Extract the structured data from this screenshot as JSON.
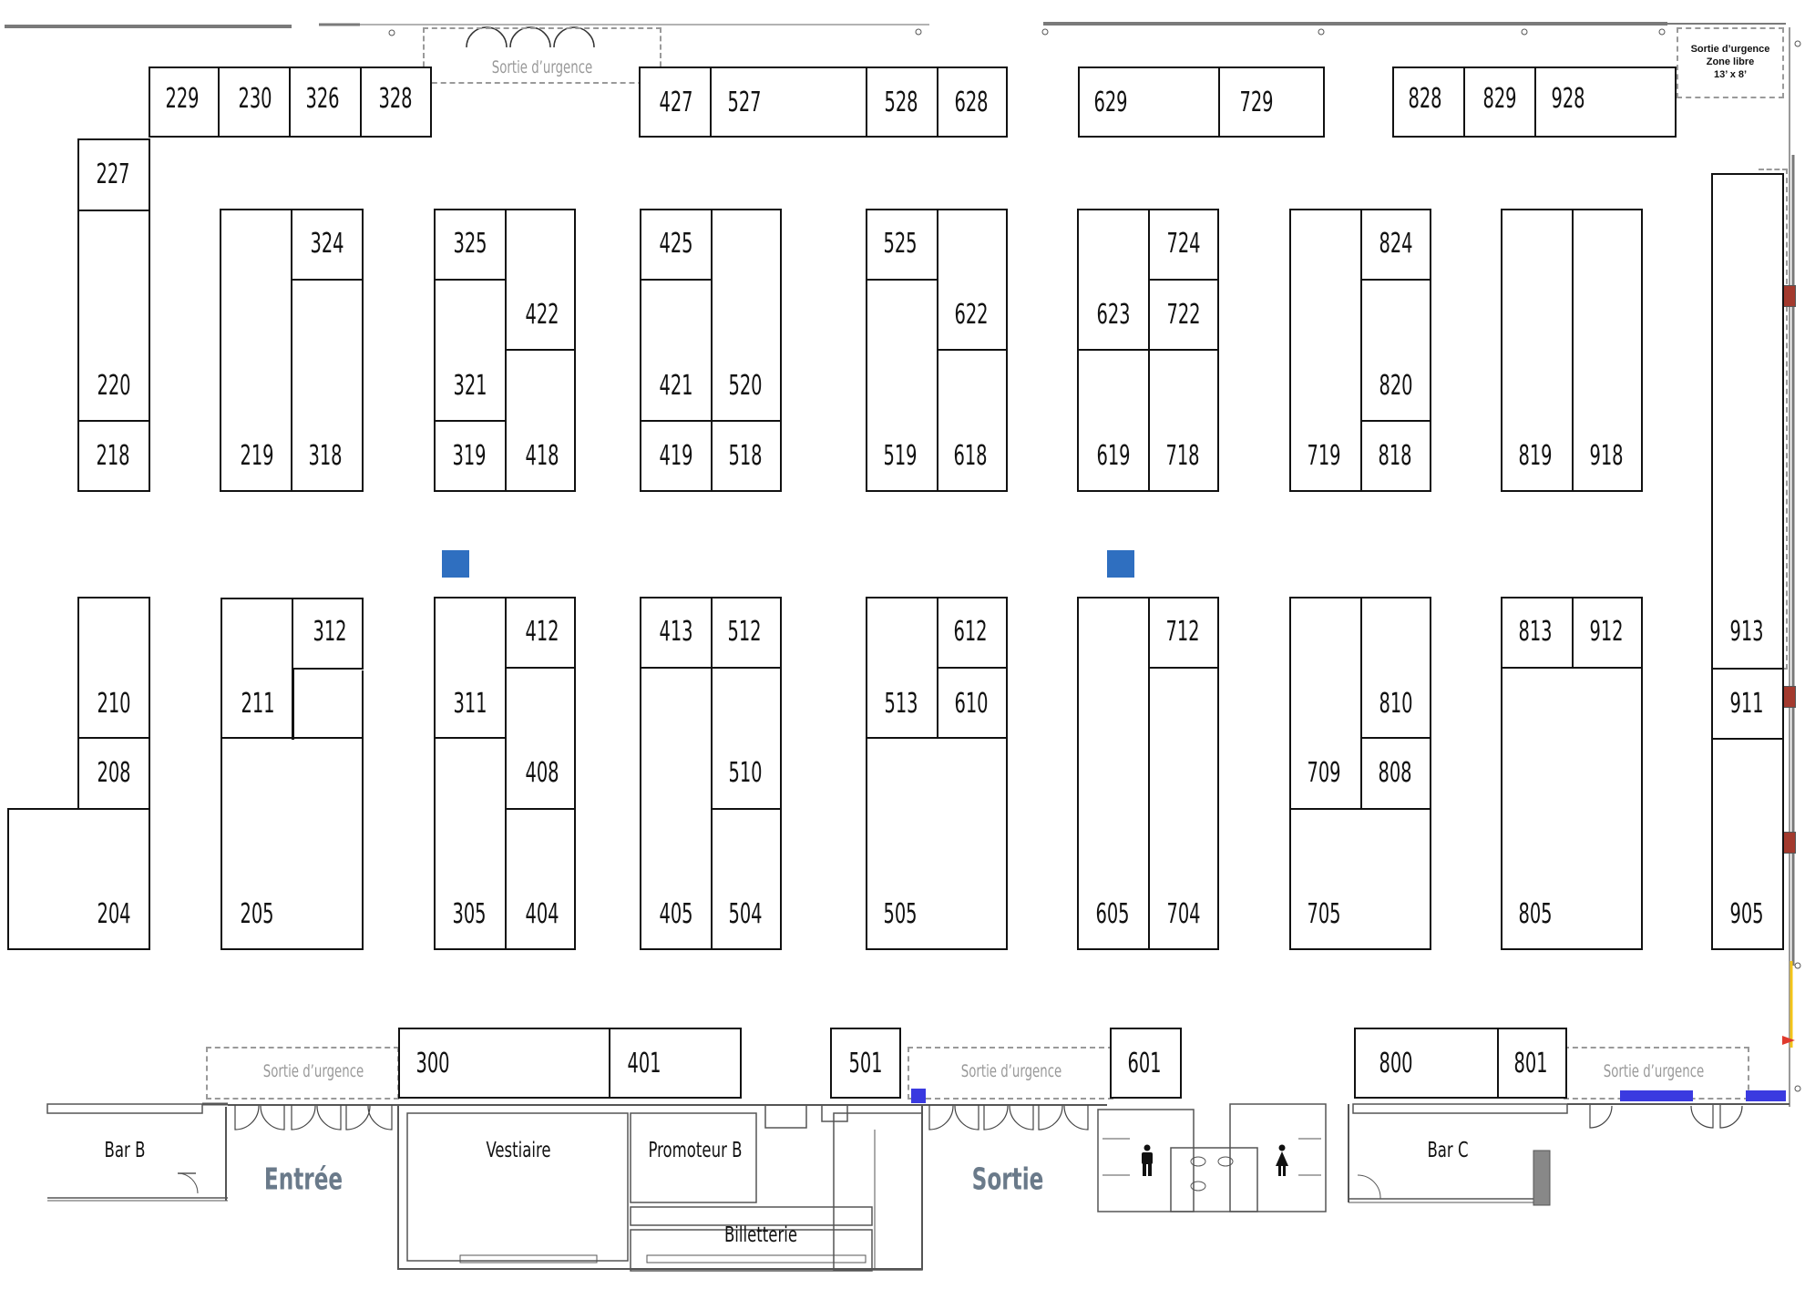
{
  "booths": [
    {
      "id": "b229",
      "label": "229"
    },
    {
      "id": "b230",
      "label": "230"
    },
    {
      "id": "b326",
      "label": "326"
    },
    {
      "id": "b328",
      "label": "328"
    },
    {
      "id": "b427",
      "label": "427"
    },
    {
      "id": "b527",
      "label": "527"
    },
    {
      "id": "b528",
      "label": "528"
    },
    {
      "id": "b628",
      "label": "628"
    },
    {
      "id": "b629",
      "label": "629"
    },
    {
      "id": "b729",
      "label": "729"
    },
    {
      "id": "b828",
      "label": "828"
    },
    {
      "id": "b829",
      "label": "829"
    },
    {
      "id": "b928",
      "label": "928"
    },
    {
      "id": "b227",
      "label": "227"
    },
    {
      "id": "b220",
      "label": "220"
    },
    {
      "id": "b218",
      "label": "218"
    },
    {
      "id": "b219",
      "label": "219"
    },
    {
      "id": "b324",
      "label": "324"
    },
    {
      "id": "b318",
      "label": "318"
    },
    {
      "id": "b325",
      "label": "325"
    },
    {
      "id": "b422",
      "label": "422"
    },
    {
      "id": "b321",
      "label": "321"
    },
    {
      "id": "b319",
      "label": "319"
    },
    {
      "id": "b418",
      "label": "418"
    },
    {
      "id": "b425",
      "label": "425"
    },
    {
      "id": "b421",
      "label": "421"
    },
    {
      "id": "b520",
      "label": "520"
    },
    {
      "id": "b419",
      "label": "419"
    },
    {
      "id": "b518",
      "label": "518"
    },
    {
      "id": "b525",
      "label": "525"
    },
    {
      "id": "b622",
      "label": "622"
    },
    {
      "id": "b519",
      "label": "519"
    },
    {
      "id": "b618",
      "label": "618"
    },
    {
      "id": "b724",
      "label": "724"
    },
    {
      "id": "b623",
      "label": "623"
    },
    {
      "id": "b722",
      "label": "722"
    },
    {
      "id": "b619",
      "label": "619"
    },
    {
      "id": "b718",
      "label": "718"
    },
    {
      "id": "b824",
      "label": "824"
    },
    {
      "id": "b820",
      "label": "820"
    },
    {
      "id": "b719",
      "label": "719"
    },
    {
      "id": "b818",
      "label": "818"
    },
    {
      "id": "b819",
      "label": "819"
    },
    {
      "id": "b918",
      "label": "918"
    },
    {
      "id": "b210",
      "label": "210"
    },
    {
      "id": "b208",
      "label": "208"
    },
    {
      "id": "b204",
      "label": "204"
    },
    {
      "id": "b312",
      "label": "312"
    },
    {
      "id": "b211",
      "label": "211"
    },
    {
      "id": "b205",
      "label": "205"
    },
    {
      "id": "b412",
      "label": "412"
    },
    {
      "id": "b311",
      "label": "311"
    },
    {
      "id": "b408",
      "label": "408"
    },
    {
      "id": "b305",
      "label": "305"
    },
    {
      "id": "b404",
      "label": "404"
    },
    {
      "id": "b413",
      "label": "413"
    },
    {
      "id": "b512",
      "label": "512"
    },
    {
      "id": "b510",
      "label": "510"
    },
    {
      "id": "b405",
      "label": "405"
    },
    {
      "id": "b504",
      "label": "504"
    },
    {
      "id": "b612",
      "label": "612"
    },
    {
      "id": "b513",
      "label": "513"
    },
    {
      "id": "b610",
      "label": "610"
    },
    {
      "id": "b505",
      "label": "505"
    },
    {
      "id": "b712",
      "label": "712"
    },
    {
      "id": "b605",
      "label": "605"
    },
    {
      "id": "b704",
      "label": "704"
    },
    {
      "id": "b810",
      "label": "810"
    },
    {
      "id": "b709",
      "label": "709"
    },
    {
      "id": "b808",
      "label": "808"
    },
    {
      "id": "b705",
      "label": "705"
    },
    {
      "id": "b813",
      "label": "813"
    },
    {
      "id": "b912",
      "label": "912"
    },
    {
      "id": "b805",
      "label": "805"
    },
    {
      "id": "b913",
      "label": "913"
    },
    {
      "id": "b911",
      "label": "911"
    },
    {
      "id": "b905",
      "label": "905"
    },
    {
      "id": "b300",
      "label": "300"
    },
    {
      "id": "b401",
      "label": "401"
    },
    {
      "id": "b501",
      "label": "501"
    },
    {
      "id": "b601",
      "label": "601"
    },
    {
      "id": "b800",
      "label": "800"
    },
    {
      "id": "b801",
      "label": "801"
    }
  ],
  "emergency_label": "Sortie d’urgence",
  "free_zone_note": [
    "Sortie d’urgence",
    "Zone libre",
    "13’ x 8’"
  ],
  "rooms": {
    "bar_b": "Bar B",
    "entree": "Entrée",
    "vestiaire": "Vestiaire",
    "promoteur_b": "Promoteur B",
    "billetterie": "Billetterie",
    "sortie": "Sortie",
    "bar_c": "Bar C"
  },
  "icons": {
    "men": "man-restroom-icon",
    "women": "woman-restroom-icon"
  },
  "colors": {
    "line": "#111111",
    "zone": "#9a9a9a",
    "pillar": "#2f6fc0",
    "door": "#a33a2e",
    "exit_bar": "#3a3ae0",
    "wall": "#7a7a7a"
  }
}
